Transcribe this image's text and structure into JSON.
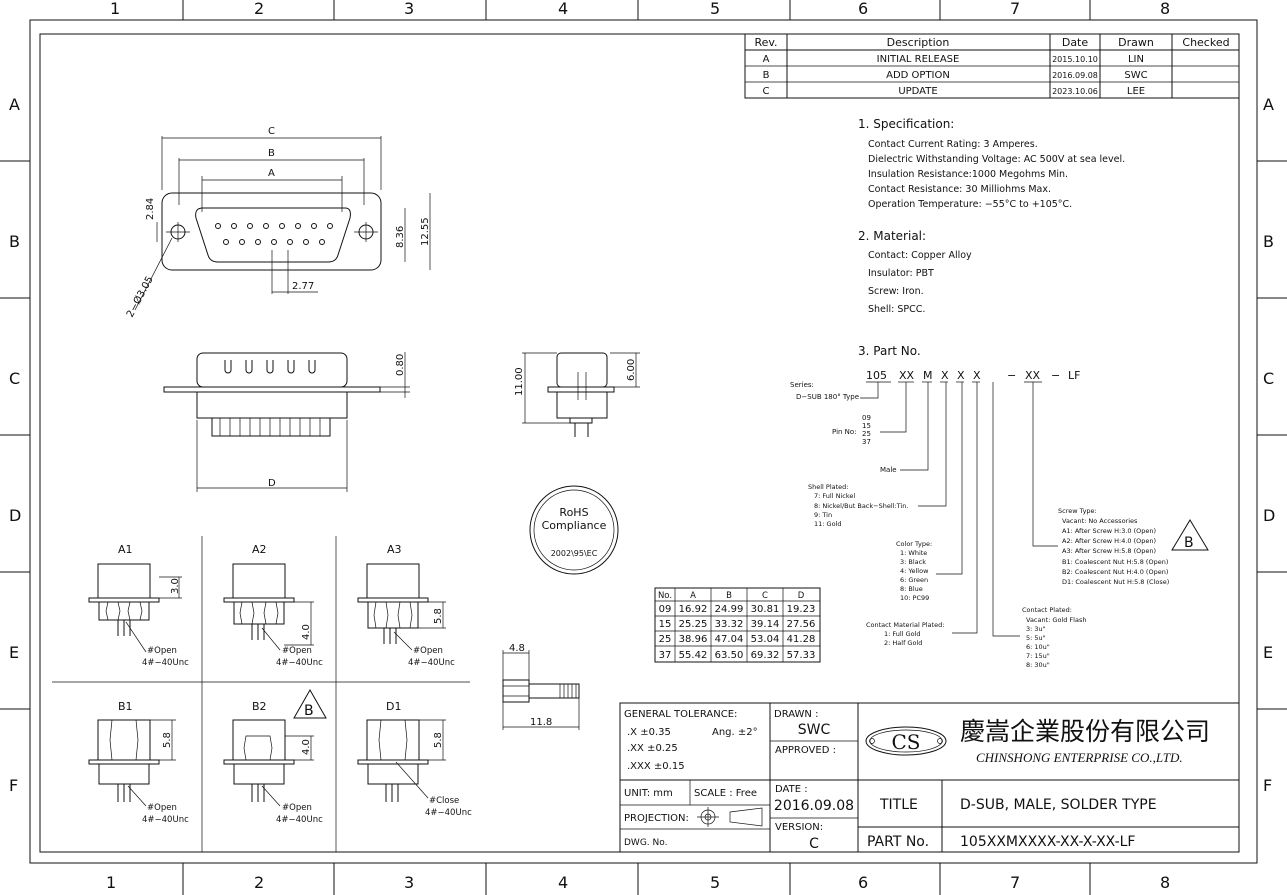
{
  "frame": {
    "col_labels": [
      "1",
      "2",
      "3",
      "4",
      "5",
      "6",
      "7",
      "8"
    ],
    "row_labels": [
      "A",
      "B",
      "C",
      "D",
      "E",
      "F"
    ]
  },
  "revision_table": {
    "headers": [
      "Rev.",
      "Description",
      "Date",
      "Drawn",
      "Checked"
    ],
    "rows": [
      [
        "A",
        "INITIAL RELEASE",
        "2015.10.10",
        "LIN",
        ""
      ],
      [
        "B",
        "ADD OPTION",
        "2016.09.08",
        "SWC",
        ""
      ],
      [
        "C",
        "UPDATE",
        "2023.10.06",
        "LEE",
        ""
      ]
    ]
  },
  "specification": {
    "title": "1. Specification:",
    "lines": [
      "Contact Current Rating: 3 Amperes.",
      "Dielectric Withstanding Voltage: AC 500V at sea level.",
      "Insulation Resistance:1000 Megohms Min.",
      "Contact Resistance: 30 Milliohms Max.",
      "Operation Temperature: −55°C to +105°C."
    ]
  },
  "material": {
    "title": "2. Material:",
    "lines": [
      "Contact: Copper Alloy",
      "Insulator: PBT",
      "Screw: Iron.",
      "Shell: SPCC."
    ]
  },
  "part_no": {
    "title": "3. Part No.",
    "code": [
      "105",
      "XX",
      "M",
      "X",
      "X",
      "X",
      "−",
      "XX",
      "−",
      "LF"
    ],
    "series": [
      "Series:",
      "D−SUB 180° Type"
    ],
    "pin_no_label": "Pin No:",
    "pin_no_values": [
      "09",
      "15",
      "25",
      "37"
    ],
    "male": "Male",
    "shell_plated": [
      "Shell Plated:",
      "7: Full Nickel",
      "8: Nickel/But Back−Shell:Tin.",
      "9: Tin",
      "11: Gold"
    ],
    "color_type": [
      "Color Type:",
      "1: White",
      "3: Black",
      "4: Yellow",
      "6: Green",
      "8: Blue",
      "10: PC99"
    ],
    "contact_material_plated": [
      "Contact Material Plated:",
      "1: Full Gold",
      "2: Half Gold"
    ],
    "contact_plated": [
      "Contact Plated:",
      "Vacant: Gold Flash",
      "3: 3u\"",
      "5: 5u\"",
      "6: 10u\"",
      "7: 15u\"",
      "8: 30u\""
    ],
    "screw_type": [
      "Screw Type:",
      "Vacant: No Accessories",
      "A1: After Screw H:3.0 (Open)",
      "A2: After Screw H:4.0 (Open)",
      "A3: After Screw H:5.8 (Open)",
      "B1: Coalescent Nut H:5.8 (Open)",
      "B2: Coalescent Nut H:4.0 (Open)",
      "D1: Coalescent Nut H:5.8 (Close)"
    ]
  },
  "dimensions": {
    "labels_top": [
      "C",
      "B",
      "A"
    ],
    "d284": "2.84",
    "d836": "8.36",
    "d1255": "12.55",
    "d277": "2.77",
    "d305": "2−Ø3.05",
    "d080": "0.80",
    "dD": "D",
    "d1100": "11.00",
    "d600": "6.00",
    "d48": "4.8",
    "d118": "11.8"
  },
  "rohs": {
    "line1": "RoHS",
    "line2": "Compliance",
    "line3": "2002\\95\\EC"
  },
  "dim_table": {
    "headers": [
      "No.",
      "A",
      "B",
      "C",
      "D"
    ],
    "rows": [
      [
        "09",
        "16.92",
        "24.99",
        "30.81",
        "19.23"
      ],
      [
        "15",
        "25.25",
        "33.32",
        "39.14",
        "27.56"
      ],
      [
        "25",
        "38.96",
        "47.04",
        "53.04",
        "41.28"
      ],
      [
        "37",
        "55.42",
        "63.50",
        "69.32",
        "57.33"
      ]
    ]
  },
  "variants": [
    {
      "label": "A1",
      "h": "3.0",
      "note1": "#Open",
      "note2": "4#−40Unc"
    },
    {
      "label": "A2",
      "h": "4.0",
      "note1": "#Open",
      "note2": "4#−40Unc"
    },
    {
      "label": "A3",
      "h": "5.8",
      "note1": "#Open",
      "note2": "4#−40Unc"
    },
    {
      "label": "B1",
      "h": "5.8",
      "note1": "#Open",
      "note2": "4#−40Unc"
    },
    {
      "label": "B2",
      "h": "4.0",
      "note1": "#Open",
      "note2": "4#−40Unc"
    },
    {
      "label": "D1",
      "h": "5.8",
      "note1": "#Close",
      "note2": "4#−40Unc"
    }
  ],
  "triangle_mark": "B",
  "title_block": {
    "tolerance_title": "GENERAL TOLERANCE:",
    "tol_x": ".X ±0.35",
    "tol_ang": "Ang. ±2°",
    "tol_xx": ".XX ±0.25",
    "tol_xxx": ".XXX ±0.15",
    "drawn_label": "DRAWN :",
    "drawn_value": "SWC",
    "approved_label": "APPROVED :",
    "unit": "UNIT: mm",
    "scale": "SCALE : Free",
    "projection": "PROJECTION:",
    "dwg_no": "DWG. No.",
    "date_label": "DATE :",
    "date_value": "2016.09.08",
    "version_label": "VERSION:",
    "version_value": "C",
    "logo": "CS",
    "company_cn": "慶嵩企業股份有限公司",
    "company_en": "CHINSHONG ENTERPRISE CO.,LTD.",
    "title_label": "TITLE",
    "title_value": "D-SUB, MALE, SOLDER TYPE",
    "partno_label": "PART No.",
    "partno_value": "105XXMXXXX-XX-X-XX-LF"
  }
}
